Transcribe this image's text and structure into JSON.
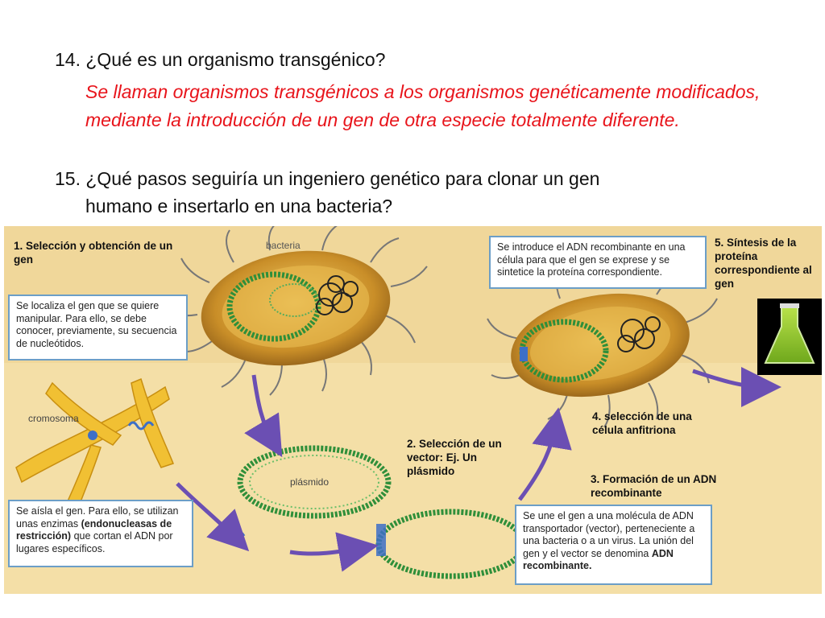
{
  "questions": {
    "q14": "14. ¿Qué es un organismo transgénico?",
    "answer": "Se llaman organismos transgénicos a los organismos genéticamente modificados, mediante la introducción de un gen de otra especie totalmente diferente.",
    "q15_line1": "15. ¿Qué pasos seguiría un ingeniero genético para clonar un gen",
    "q15_line2": "humano e insertarlo en una bacteria?"
  },
  "figure": {
    "steps": {
      "s1": "1. Selección y obtención de un gen",
      "s2": "2. Selección de un vector: Ej. Un plásmido",
      "s3": "3. Formación de un ADN recombinante",
      "s4": "4. selección de una célula anfitriona",
      "s5": "5. Síntesis de la proteína correspondiente al gen"
    },
    "labels": {
      "bacteria": "bacteria",
      "cromosoma": "cromosoma",
      "plasmido": "plásmido"
    },
    "boxes": {
      "box1": "Se localiza el gen que se quiere manipular. Para ello, se debe conocer, previamente, su secuencia de nucleótidos.",
      "box2_a": "Se aísla el gen. Para ello, se utilizan unas enzimas ",
      "box2_b": "(endonucleasas de restricción)",
      "box2_c": " que cortan el ADN por lugares específicos.",
      "box3_a": "Se une el gen a una molécula de ADN transportador (vector), perteneciente a una bacteria o a un virus. La unión del gen y el vector se denomina ",
      "box3_b": "ADN recombinante.",
      "box5": "Se introduce el ADN recombinante en una célula para que el gen se exprese y se sintetice la proteína correspondiente."
    }
  },
  "colors": {
    "question": "#111111",
    "answer": "#e8141b",
    "figure_bg": "#f0d79a",
    "box_border": "#6c9ec7",
    "arrow": "#6b4fb3",
    "dna_green": "#2f8f3a"
  }
}
